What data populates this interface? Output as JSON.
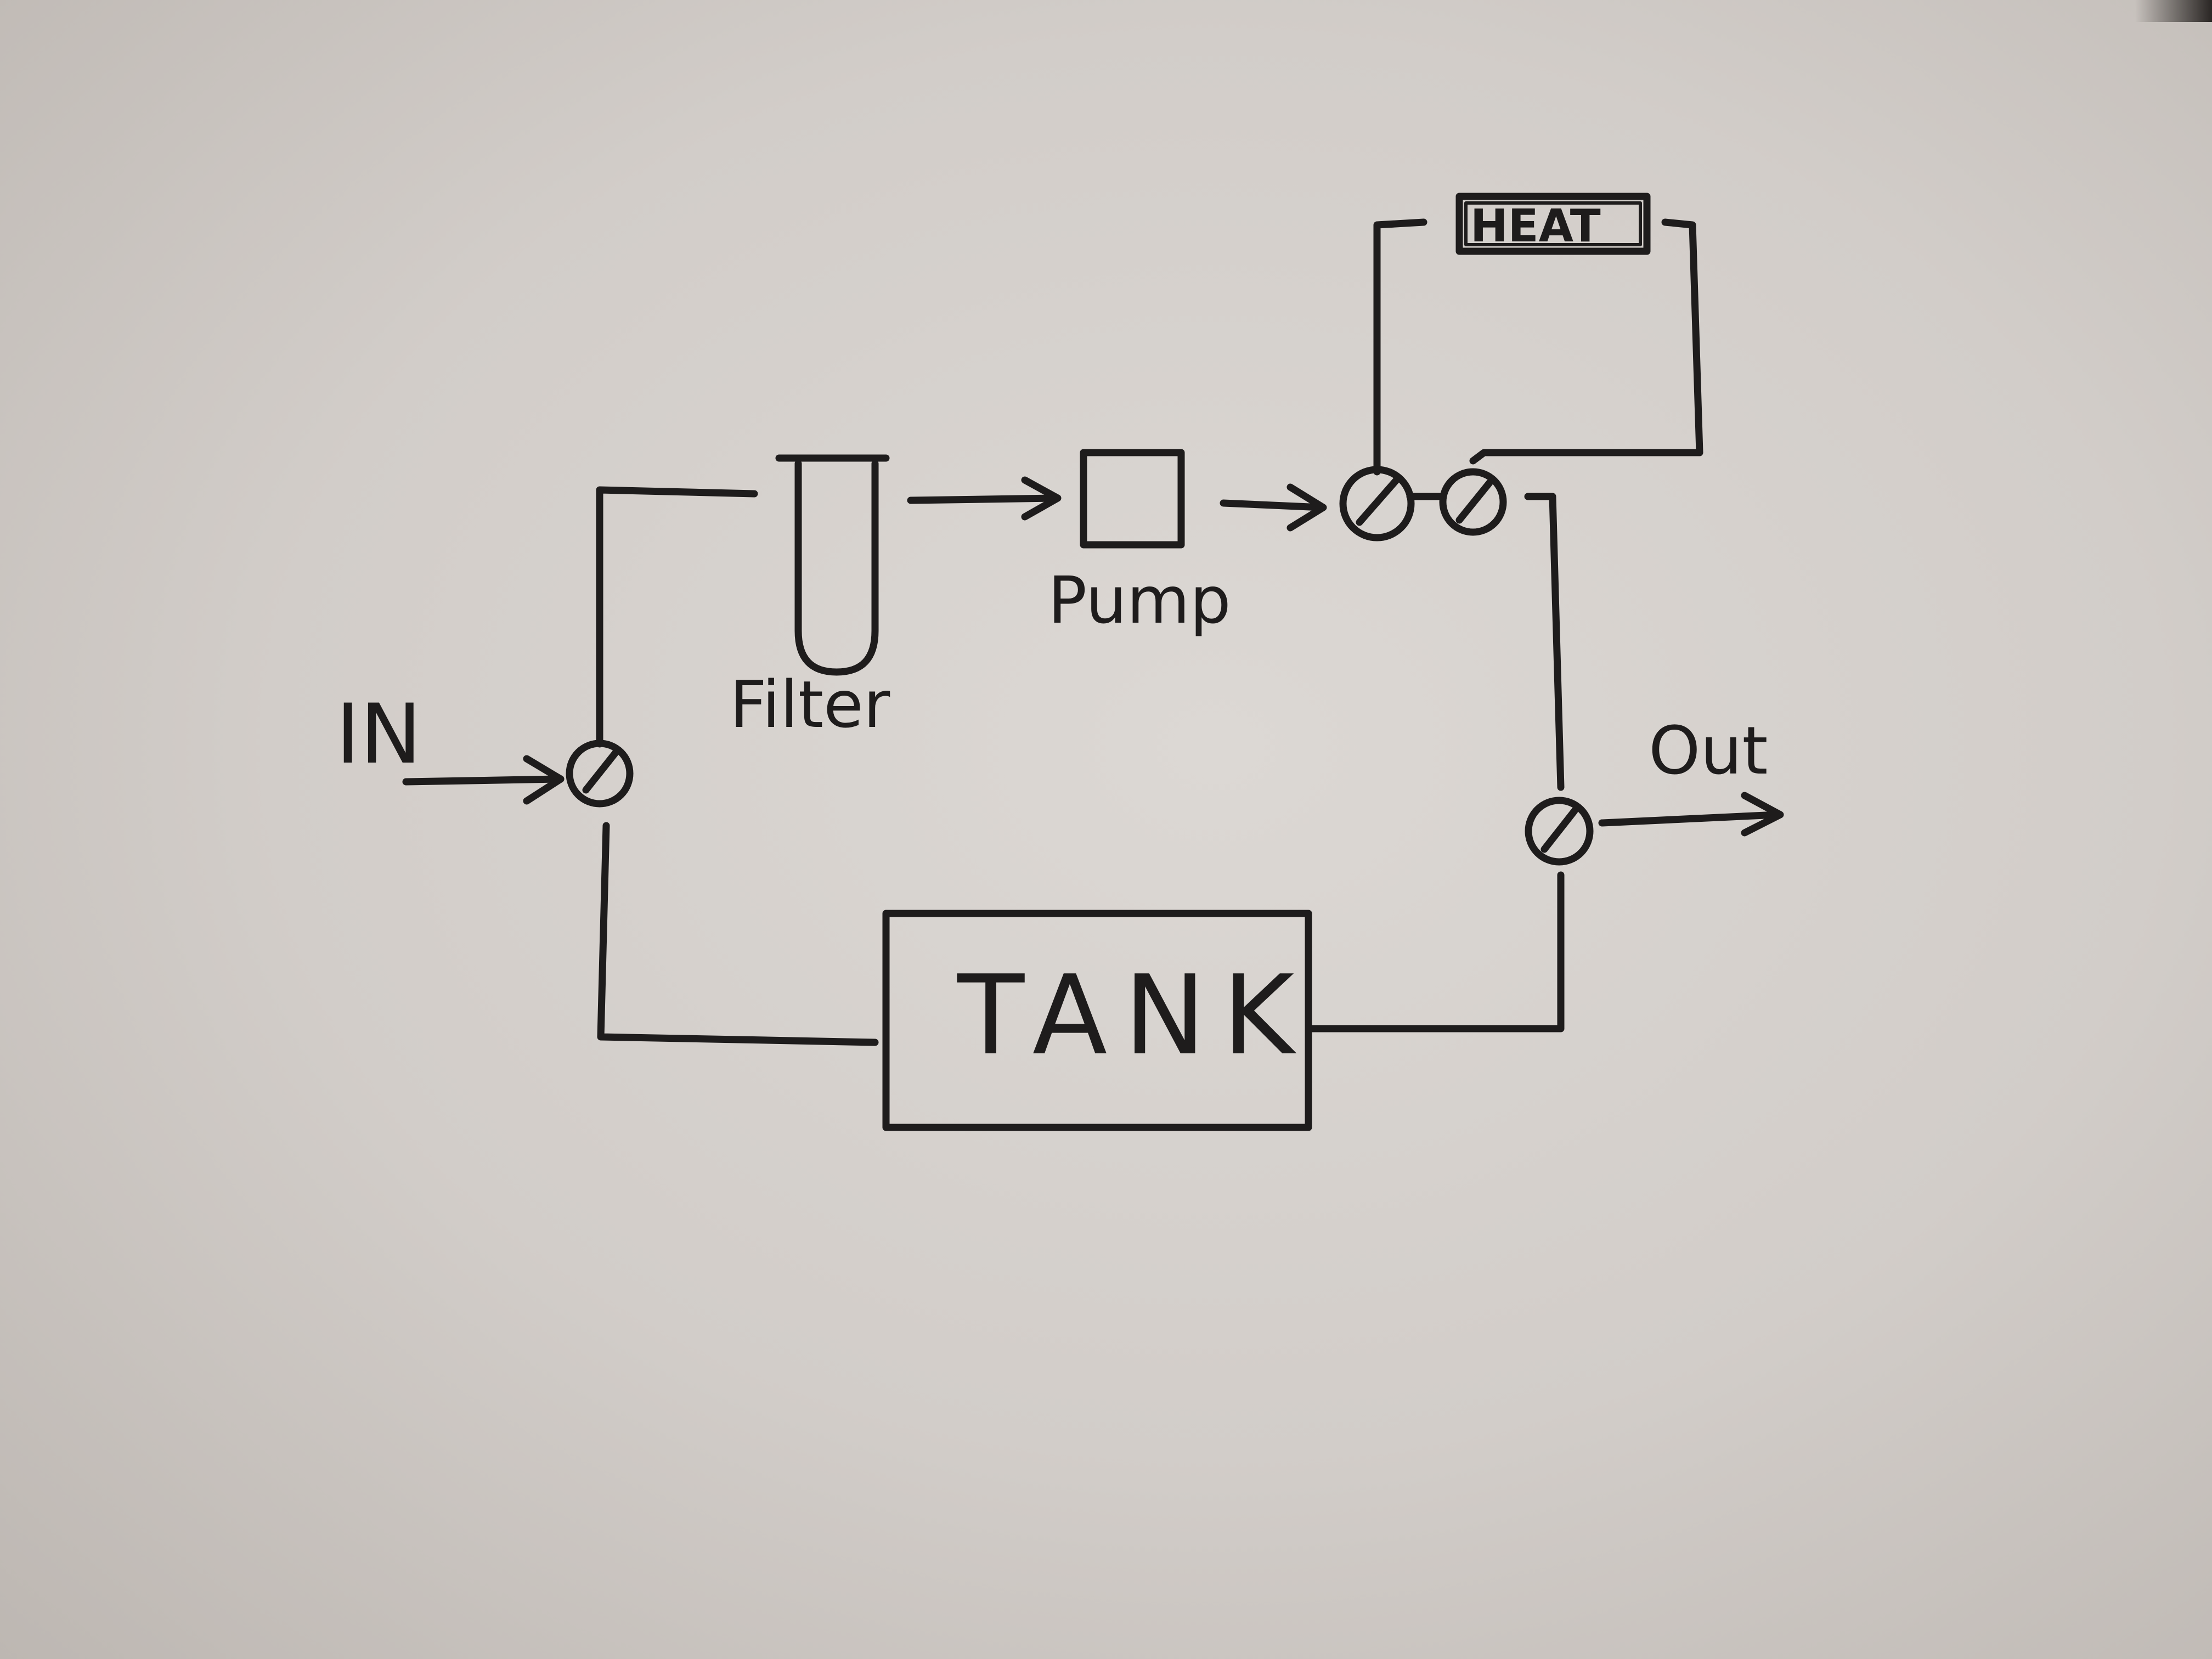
{
  "labels": {
    "in": "IN",
    "filter": "Filter",
    "pump": "Pump",
    "heat": "HEAT",
    "out": "Out",
    "tank": "TANK"
  },
  "colors": {
    "ink": "#1e1c1c",
    "paper": "#d6d1cd"
  }
}
